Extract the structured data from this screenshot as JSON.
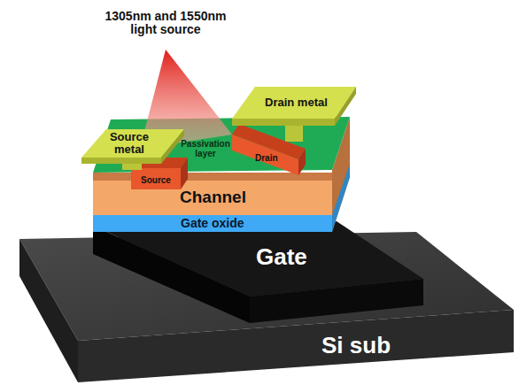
{
  "diagram": {
    "nodes": [
      {
        "text": [
          "Source metal"
        ]
      },
      {
        "text": [
          "Drain metal"
        ]
      },
      {
        "text": [
          "Source"
        ]
      },
      {
        "text": [
          "Passivation layer"
        ]
      },
      {
        "text": [
          "Drain"
        ]
      },
      {
        "text": [
          "Channel"
        ]
      },
      {
        "text": [
          "Gate oxide"
        ]
      },
      {
        "text": [
          "Gate"
        ]
      },
      {
        "text": [
          "Si sub"
        ]
      }
    ],
    "labels": [
      "1305nm and 1550nm light source"
    ]
  }
}
